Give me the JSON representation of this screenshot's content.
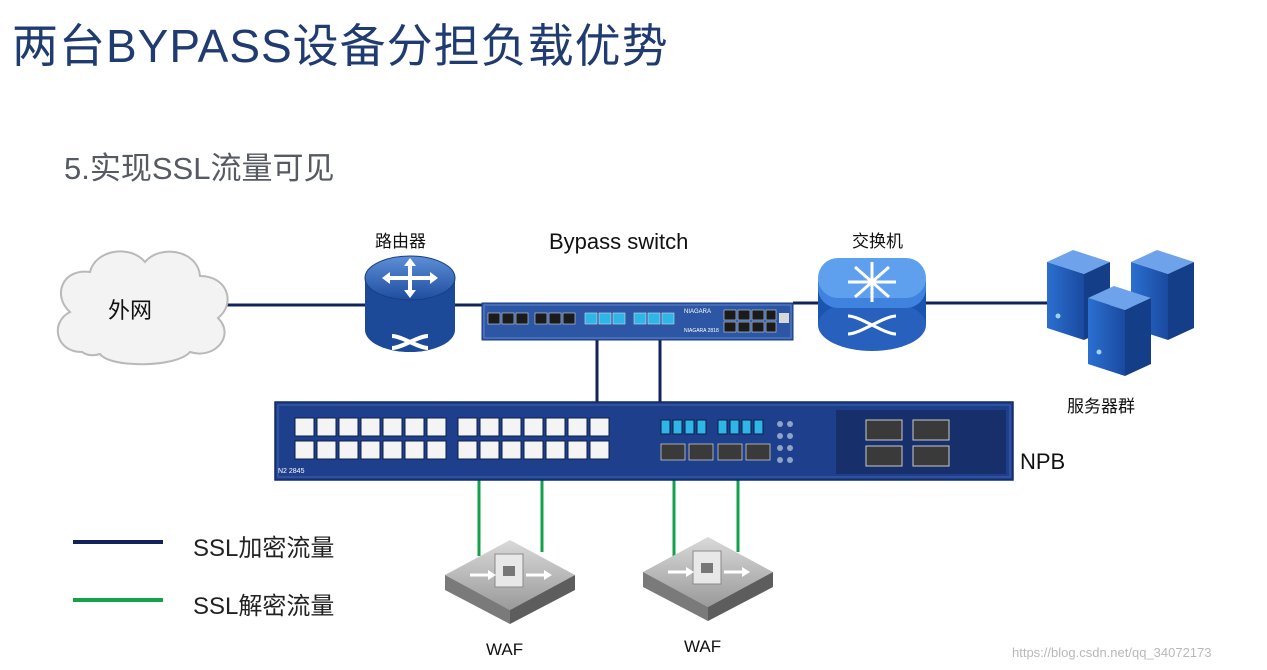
{
  "title": "两台BYPASS设备分担负载优势",
  "subtitle": "5.实现SSL流量可见",
  "nodes": {
    "internet": "外网",
    "router": "路由器",
    "bypass": "Bypass switch",
    "switch": "交换机",
    "servers": "服务器群",
    "npb": "NPB",
    "waf1": "WAF",
    "waf2": "WAF"
  },
  "device_text": {
    "bypass_brand": "NIAGARA",
    "bypass_model": "NIAGARA 2818",
    "npb_model": "N2 2845"
  },
  "legend": [
    {
      "label": "SSL加密流量",
      "color": "#10245a"
    },
    {
      "label": "SSL解密流量",
      "color": "#13a24a"
    }
  ],
  "colors": {
    "encrypted": "#10245a",
    "decrypted": "#13a24a",
    "device_blue": "#2e5aa8",
    "title": "#1f3b70"
  },
  "watermark": "https://blog.csdn.net/qq_34072173"
}
